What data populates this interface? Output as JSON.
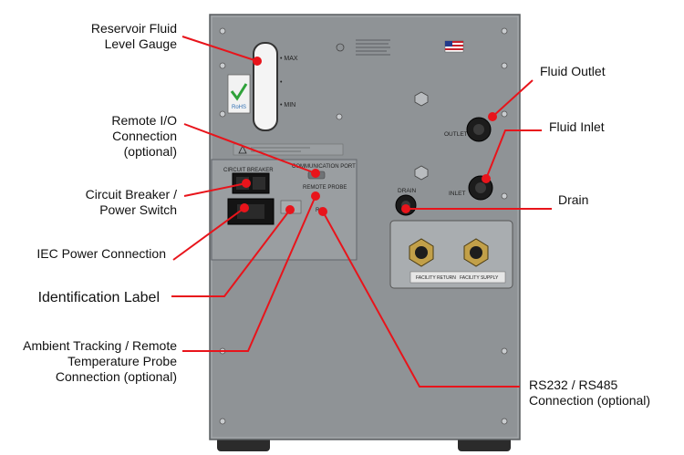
{
  "callouts": {
    "reservoir": [
      "Reservoir Fluid",
      "Level Gauge"
    ],
    "remote_io": [
      "Remote I/O",
      "Connection",
      "(optional)"
    ],
    "circuit_breaker": [
      "Circuit Breaker /",
      "Power Switch"
    ],
    "iec": [
      "IEC Power Connection"
    ],
    "identification": [
      "Identification Label"
    ],
    "ambient": [
      "Ambient Tracking / Remote",
      "Temperature Probe",
      "Connection (optional)"
    ],
    "fluid_outlet": [
      "Fluid Outlet"
    ],
    "fluid_inlet": [
      "Fluid Inlet"
    ],
    "drain": [
      "Drain"
    ],
    "rs232": [
      "RS232 / RS485",
      "Connection (optional)"
    ]
  },
  "panel_labels": {
    "max": "• MAX",
    "min": "• MIN",
    "rohs": "RoHS",
    "circuit_breaker": "CIRCUIT BREAKER",
    "communication_port": "COMMUNICATION PORT",
    "remote_probe": "REMOTE PROBE",
    "rs": "RS",
    "outlet": "OUTLET",
    "inlet": "INLET",
    "drain": "DRAIN",
    "facility_return": "FACILITY RETURN",
    "facility_supply": "FACILITY SUPPLY"
  },
  "colors": {
    "leader": "#e8141b",
    "panel": "#8f9396",
    "panel_dark": "#6f7376",
    "panel_light": "#a9adb0"
  }
}
